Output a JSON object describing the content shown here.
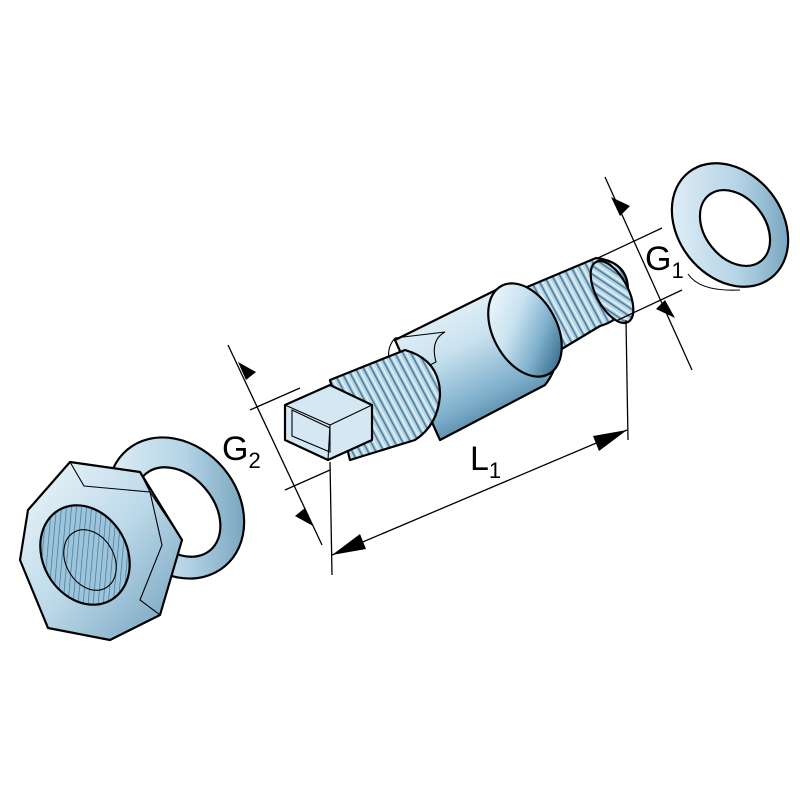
{
  "labels": {
    "g1": {
      "main": "G",
      "sub": "1"
    },
    "g2": {
      "main": "G",
      "sub": "2"
    },
    "l1": {
      "main": "L",
      "sub": "1"
    }
  },
  "colors": {
    "metal_light": "#eaf4fa",
    "metal_mid": "#a9cde2",
    "metal_dark": "#4b7f9c",
    "line": "#000000"
  },
  "icons": {
    "parts": [
      "hex-nut",
      "washer",
      "eccentric-stud",
      "washer"
    ]
  }
}
